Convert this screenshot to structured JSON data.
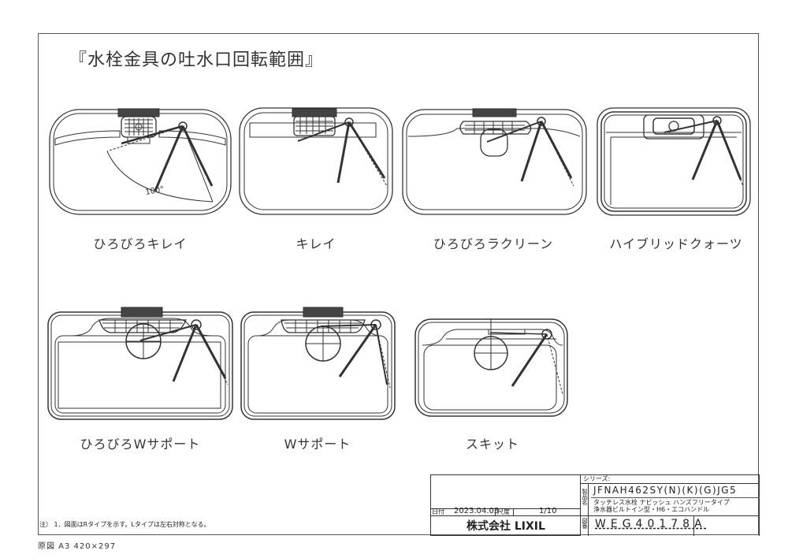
{
  "title": "『水栓金具の吐水口回転範囲』",
  "sinks": [
    {
      "label": "ひろびろキレイ",
      "angle_label": "100°"
    },
    {
      "label": "キレイ"
    },
    {
      "label": "ひろびろラクリーン"
    },
    {
      "label": "ハイブリッドクォーツ"
    },
    {
      "label": "ひろびろWサポート"
    },
    {
      "label": "Wサポート"
    },
    {
      "label": "スキット"
    }
  ],
  "title_block": {
    "date_label": "日付",
    "date": "2023.04.03",
    "scale_label": "尺度",
    "scale": "1/10",
    "company": "株式会社 LIXIL",
    "series_label": "シリーズ:",
    "product_label": "製品名",
    "product_code": "JFNAH462SY(N)(K)(G)JG5",
    "product_desc_1": "タッチレス水栓 ナビッシュ ハンズフリータイプ",
    "product_desc_2": "浄水器ビルトイン型・H6・エコハンドル",
    "drawing_no_label": "図番",
    "drawing_no": "WEG40178A"
  },
  "note": "注） 1．図面はRタイプを示す。Lタイプは左右対称となる。",
  "paper_size": "原図 A3 420×297"
}
